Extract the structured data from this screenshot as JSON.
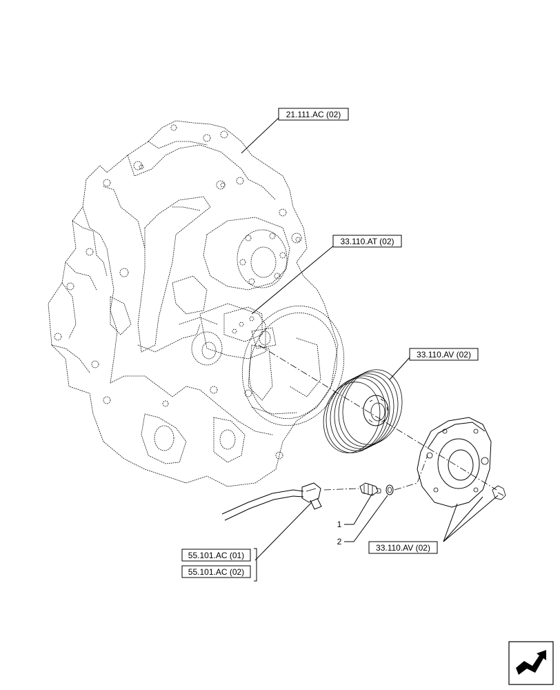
{
  "references": {
    "housing": "21.111.AC (02)",
    "valve_block": "33.110.AT (02)",
    "brake_disc": "33.110.AV (02)",
    "cover": "33.110.AV (02)",
    "harness_1": "55.101.AC (01)",
    "harness_2": "55.101.AC (02)"
  },
  "parts": {
    "sensor": "1",
    "o_ring": "2"
  },
  "nav_icon": "direction-arrow-icon"
}
